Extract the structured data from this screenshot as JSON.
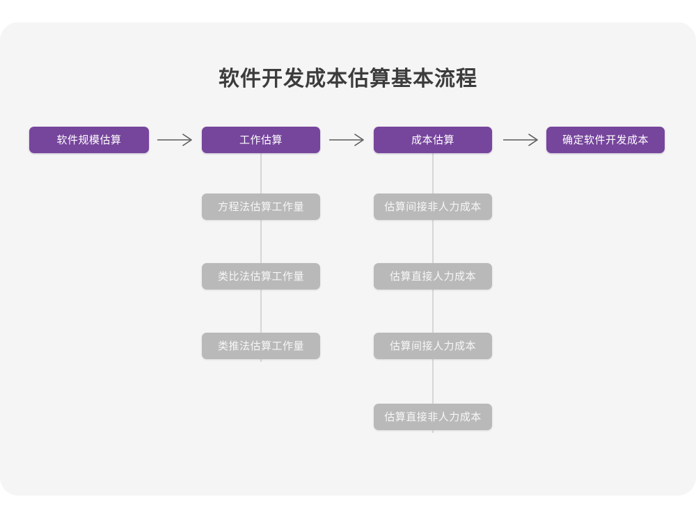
{
  "card": {
    "background_color": "#f5f5f5",
    "page_background_color": "#ffffff"
  },
  "title": "软件开发成本估算基本流程",
  "colors": {
    "primary": "#76459c",
    "secondary": "#b9b9b9",
    "connector": "#d6d6d6",
    "arrow": "#595959",
    "title_text": "#3c3c3c",
    "primary_text": "#ffffff",
    "secondary_text": "#f7f7f7"
  },
  "flow": {
    "arrows": [
      {
        "name": "arrow-1",
        "glyph": "→"
      },
      {
        "name": "arrow-2",
        "glyph": "→"
      },
      {
        "name": "arrow-3",
        "glyph": "→"
      }
    ],
    "stages": [
      {
        "id": "software-scale-estimation",
        "label": "软件规模估算",
        "children": []
      },
      {
        "id": "work-estimation",
        "label": "工作估算",
        "children": [
          {
            "id": "equation-method-workload",
            "label": "方程法估算工作量"
          },
          {
            "id": "analogy-method-workload",
            "label": "类比法估算工作量"
          },
          {
            "id": "inference-method-workload",
            "label": "类推法估算工作量"
          }
        ]
      },
      {
        "id": "cost-estimation",
        "label": "成本估算",
        "children": [
          {
            "id": "indirect-nonlabor-cost",
            "label": "估算间接非人力成本"
          },
          {
            "id": "direct-labor-cost",
            "label": "估算直接人力成本"
          },
          {
            "id": "indirect-labor-cost",
            "label": "估算间接人力成本"
          },
          {
            "id": "direct-nonlabor-cost",
            "label": "估算直接非人力成本"
          }
        ]
      },
      {
        "id": "determine-software-development-cost",
        "label": "确定软件开发成本",
        "children": []
      }
    ]
  }
}
